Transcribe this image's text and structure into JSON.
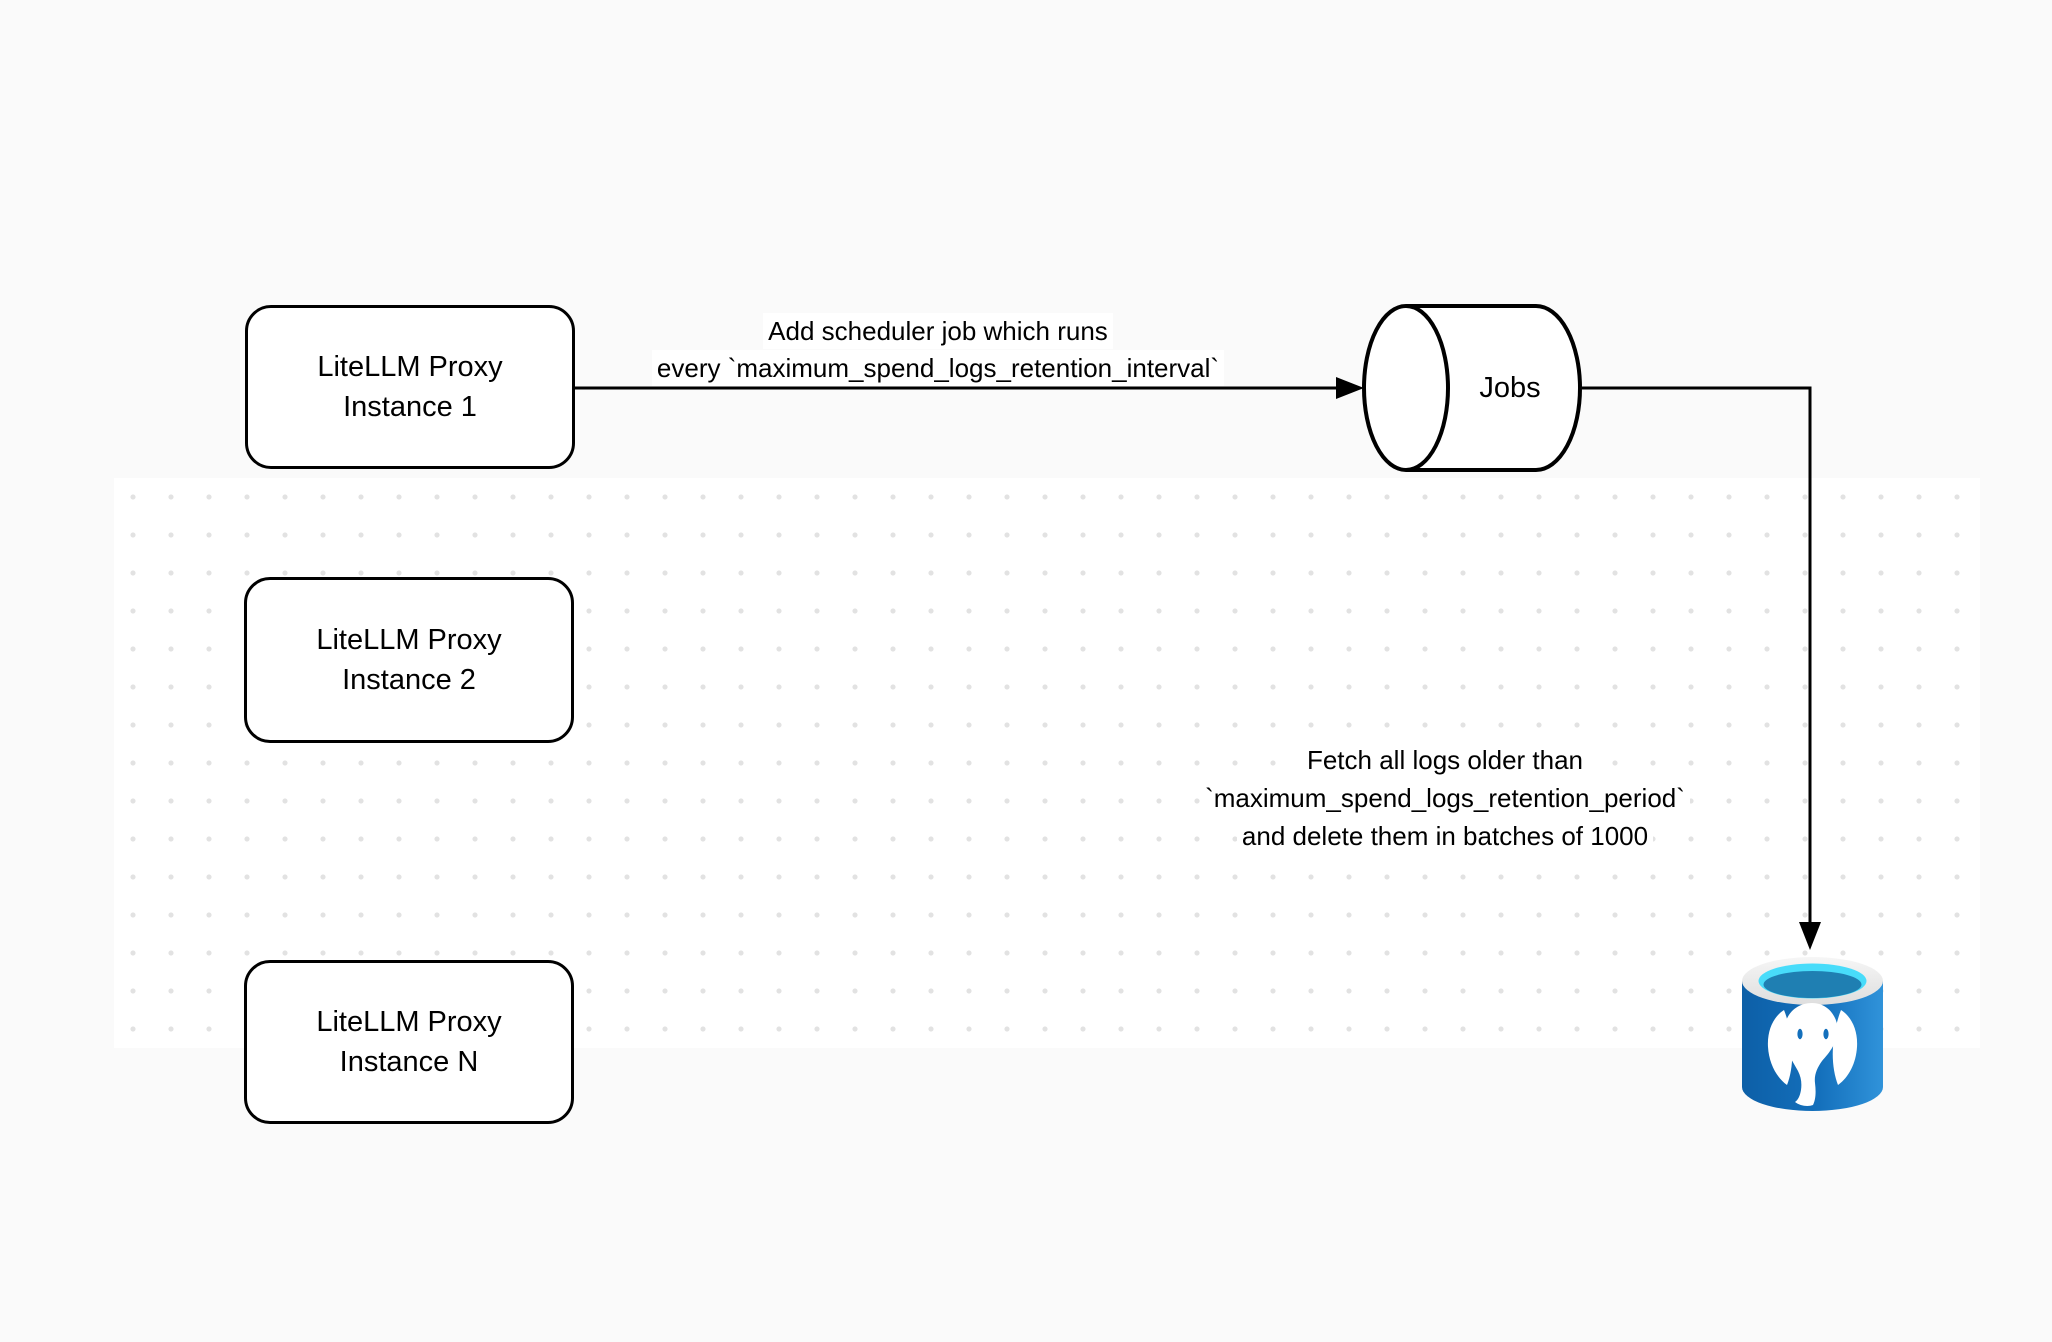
{
  "title": "LiteLLM spend logs cleanup scheduler diagram",
  "nodes": {
    "instance1": {
      "line1": "LiteLLM Proxy",
      "line2": "Instance 1"
    },
    "instance2": {
      "line1": "LiteLLM Proxy",
      "line2": "Instance 2"
    },
    "instanceN": {
      "line1": "LiteLLM Proxy",
      "line2": "Instance N"
    },
    "jobs": {
      "label": "Jobs"
    },
    "database": {
      "icon": "postgresql-database-icon"
    }
  },
  "edges": {
    "schedule": {
      "from": "instance1",
      "to": "jobs",
      "line1": "Add scheduler job which runs",
      "line2": "every `maximum_spend_logs_retention_interval`"
    },
    "cleanup": {
      "from": "jobs",
      "to": "database",
      "line1": "Fetch all logs older than",
      "line2": "`maximum_spend_logs_retention_period`",
      "line3": "and delete them in batches of 1000"
    }
  },
  "colors": {
    "stroke": "#000000",
    "node_fill": "#ffffff",
    "page_background": "#ffffff",
    "outer_background": "#fafafa",
    "grid_dot": "#e2e2e2",
    "pg_body_blue": "#1470bc",
    "pg_body_blue_dark": "#0d5fa7",
    "pg_body_blue_light": "#3093da",
    "pg_top_cyan": "#48dcfa",
    "pg_top_teal": "#1f7fb2",
    "pg_rim_gray": "#ececec"
  }
}
